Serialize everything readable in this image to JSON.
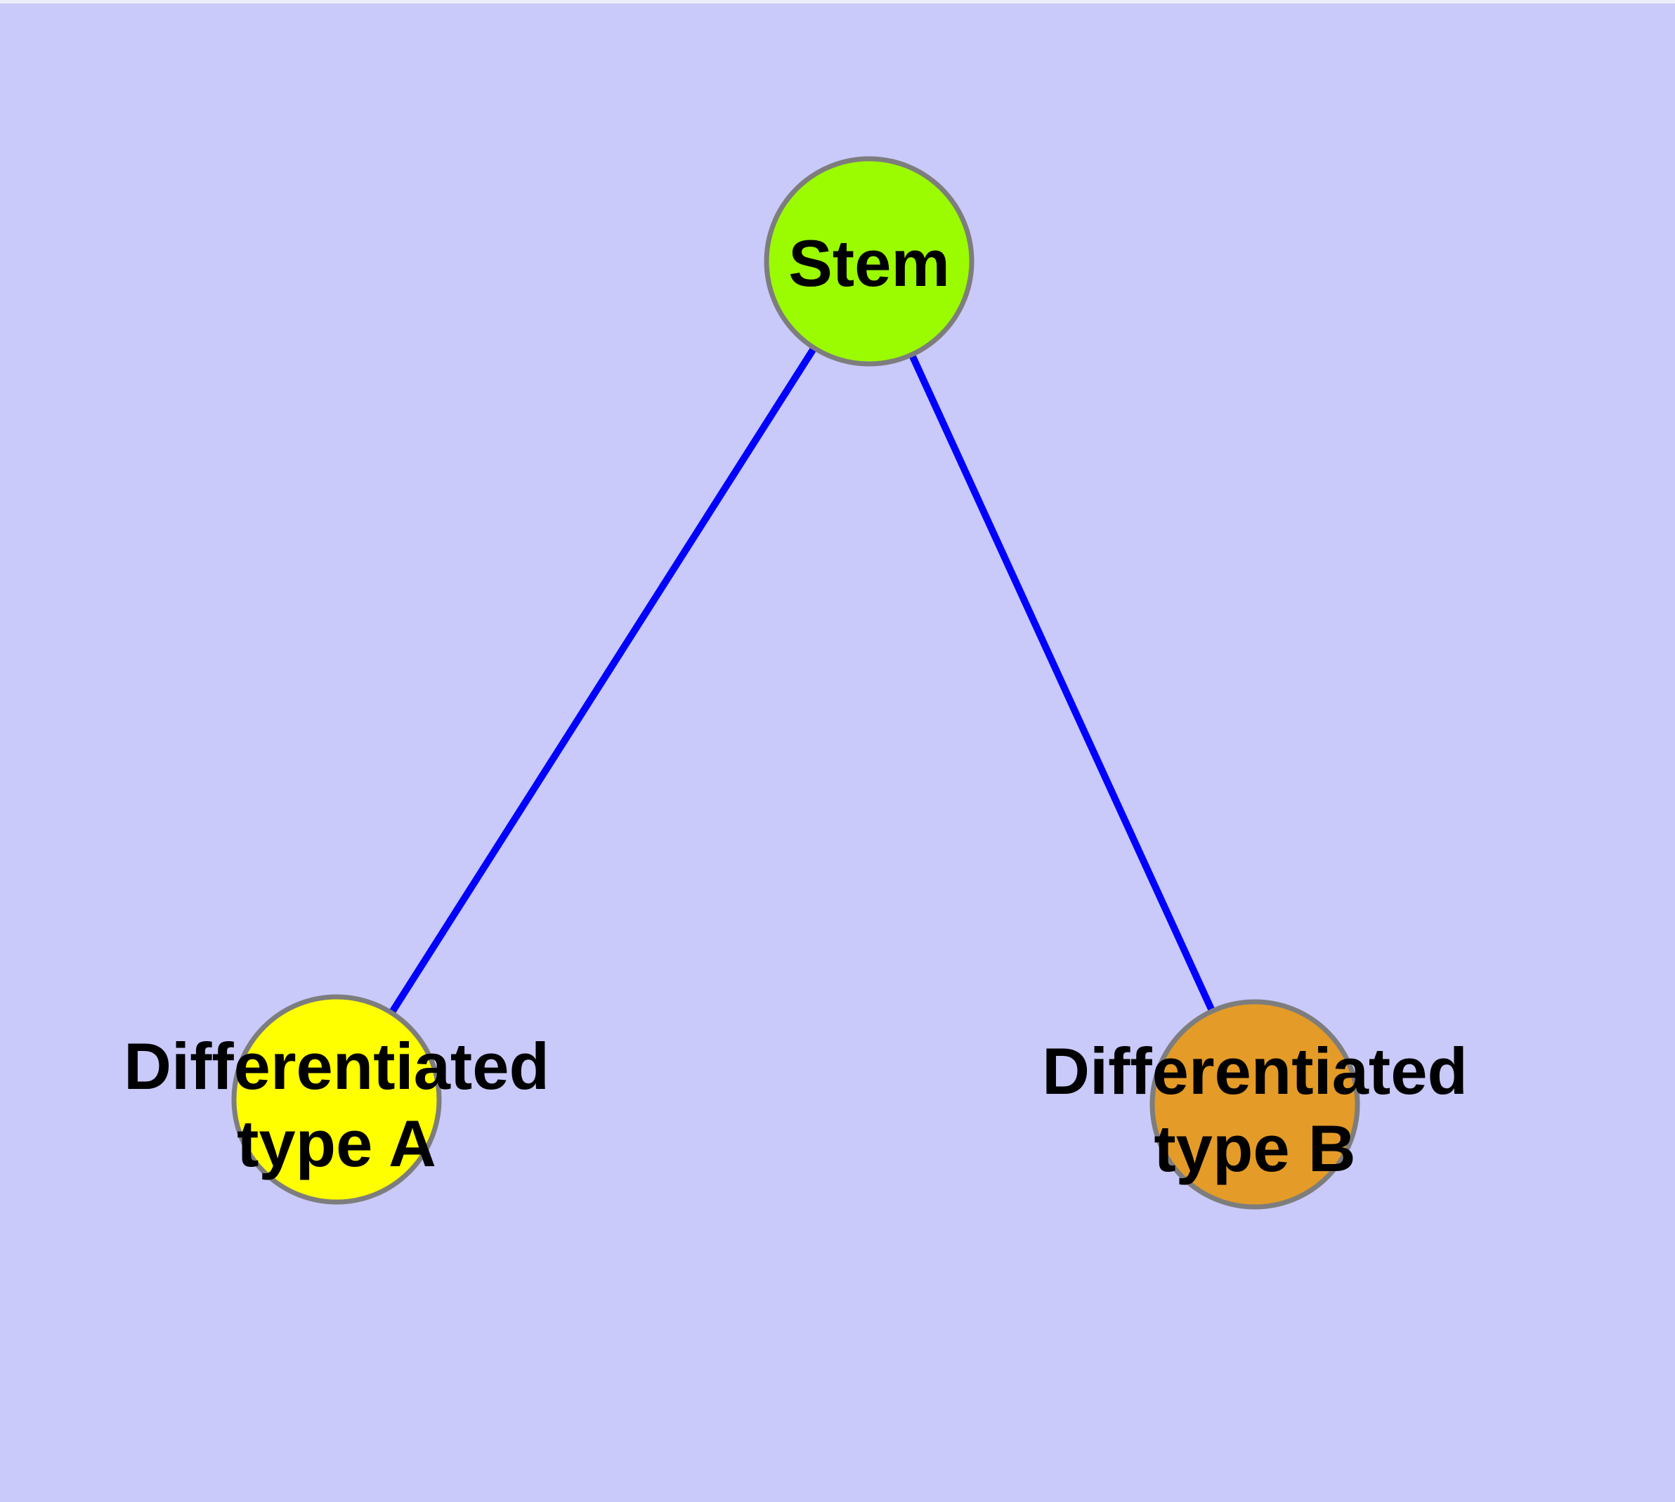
{
  "canvas": {
    "background_color": "#C9C9FA",
    "top_edge_color": "#EDEDF8"
  },
  "graph": {
    "edge_color": "#0000FF",
    "edge_width": 10,
    "node_border_color": "#7D7D7D",
    "node_border_width": 7,
    "label_color": "#000000",
    "nodes": [
      {
        "id": "stem",
        "label": "Stem",
        "fill": "#9BFB00"
      },
      {
        "id": "differentiated-type-a",
        "label_line1": "Differentiated",
        "label_line2": "type A",
        "fill": "#FFFF00"
      },
      {
        "id": "differentiated-type-b",
        "label_line1": "Differentiated",
        "label_line2": "type B",
        "fill": "#E49B27"
      }
    ],
    "edges": [
      {
        "source": "Stem",
        "target": "Differentiated type A"
      },
      {
        "source": "Stem",
        "target": "Differentiated type B"
      }
    ]
  }
}
